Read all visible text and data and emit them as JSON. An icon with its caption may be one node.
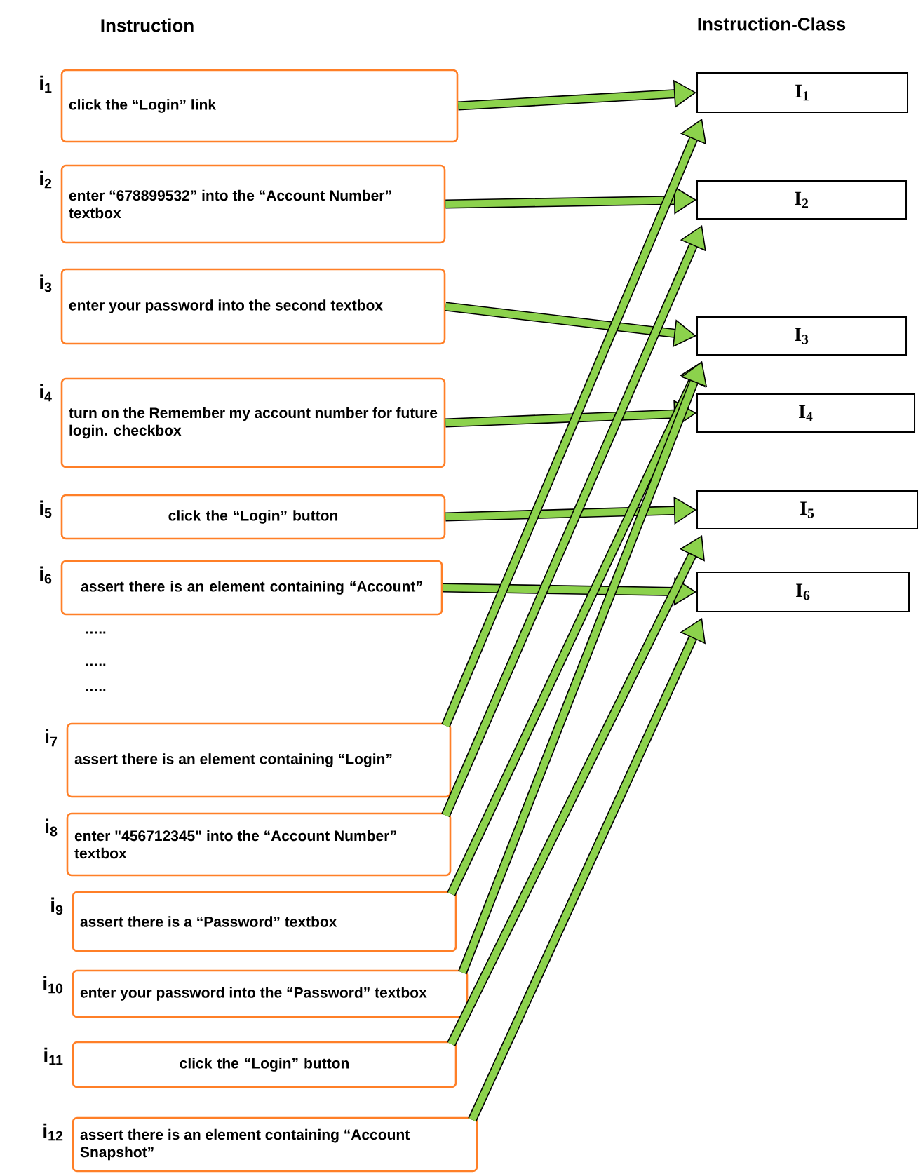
{
  "diagram": {
    "nodes": [
      {
        "text": [
          "click the “Login” link"
        ],
        "beside": [
          "i$_{1}$"
        ]
      },
      {
        "text": [
          "enter “678899532” into the “Account Number” textbox"
        ],
        "beside": [
          "i$_{2}$"
        ]
      },
      {
        "text": [
          "enter your password into the second textbox"
        ],
        "beside": [
          "i$_{3}$"
        ]
      },
      {
        "text": [
          "turn on the Remember my account number for future login. checkbox"
        ],
        "beside": [
          "i$_{4}$"
        ]
      },
      {
        "text": [
          "click the “Login” button"
        ],
        "beside": [
          "i$_{5}$"
        ]
      },
      {
        "text": [
          "assert there is an element containing “Account”"
        ],
        "beside": [
          "i$_{6}$"
        ]
      },
      {
        "text": [
          "assert there is an element containing “Login”"
        ],
        "beside": [
          "i$_{7}$"
        ]
      },
      {
        "text": [
          "enter  \"456712345\" into the “Account Number” textbox"
        ],
        "beside": [
          "i$_{8}$"
        ]
      },
      {
        "text": [
          "assert there is a “Password” textbox"
        ],
        "beside": [
          "i$_{9}$"
        ]
      },
      {
        "text": [
          "enter your password into the “Password” textbox"
        ],
        "beside": [
          "i$_{10}$"
        ]
      },
      {
        "text": [
          "click the “Login” button"
        ],
        "beside": [
          "i$_{11}$"
        ]
      },
      {
        "text": [
          "assert there is an element containing “Account Snapshot”"
        ],
        "beside": [
          "i$_{12}$"
        ]
      },
      {
        "text": [
          "I$_{1}$"
        ]
      },
      {
        "text": [
          "I$_{2}$"
        ]
      },
      {
        "text": [
          "I$_{3}$"
        ]
      },
      {
        "text": [
          "I$_{4}$"
        ]
      },
      {
        "text": [
          "I$_{5}$"
        ]
      },
      {
        "text": [
          "I$_{6}$"
        ]
      }
    ],
    "edges": [
      {
        "from": 0,
        "to": 12,
        "arrow": "to"
      },
      {
        "from": 1,
        "to": 13,
        "arrow": "to"
      },
      {
        "from": 2,
        "to": 14,
        "arrow": "to"
      },
      {
        "from": 3,
        "to": 15,
        "arrow": "to"
      },
      {
        "from": 4,
        "to": 16,
        "arrow": "to"
      },
      {
        "from": 5,
        "to": 17,
        "arrow": "to"
      },
      {
        "from": 6,
        "to": 12,
        "arrow": "to"
      },
      {
        "from": 7,
        "to": 13,
        "arrow": "to"
      },
      {
        "from": 8,
        "to": 14,
        "arrow": "to"
      },
      {
        "from": 9,
        "to": 14,
        "arrow": "to"
      },
      {
        "from": 10,
        "to": 16,
        "arrow": "to"
      },
      {
        "from": 11,
        "to": 17,
        "arrow": "to"
      }
    ],
    "labels": [
      "Instruction",
      "Instruction-Class",
      "…..",
      "…..",
      "….."
    ]
  }
}
